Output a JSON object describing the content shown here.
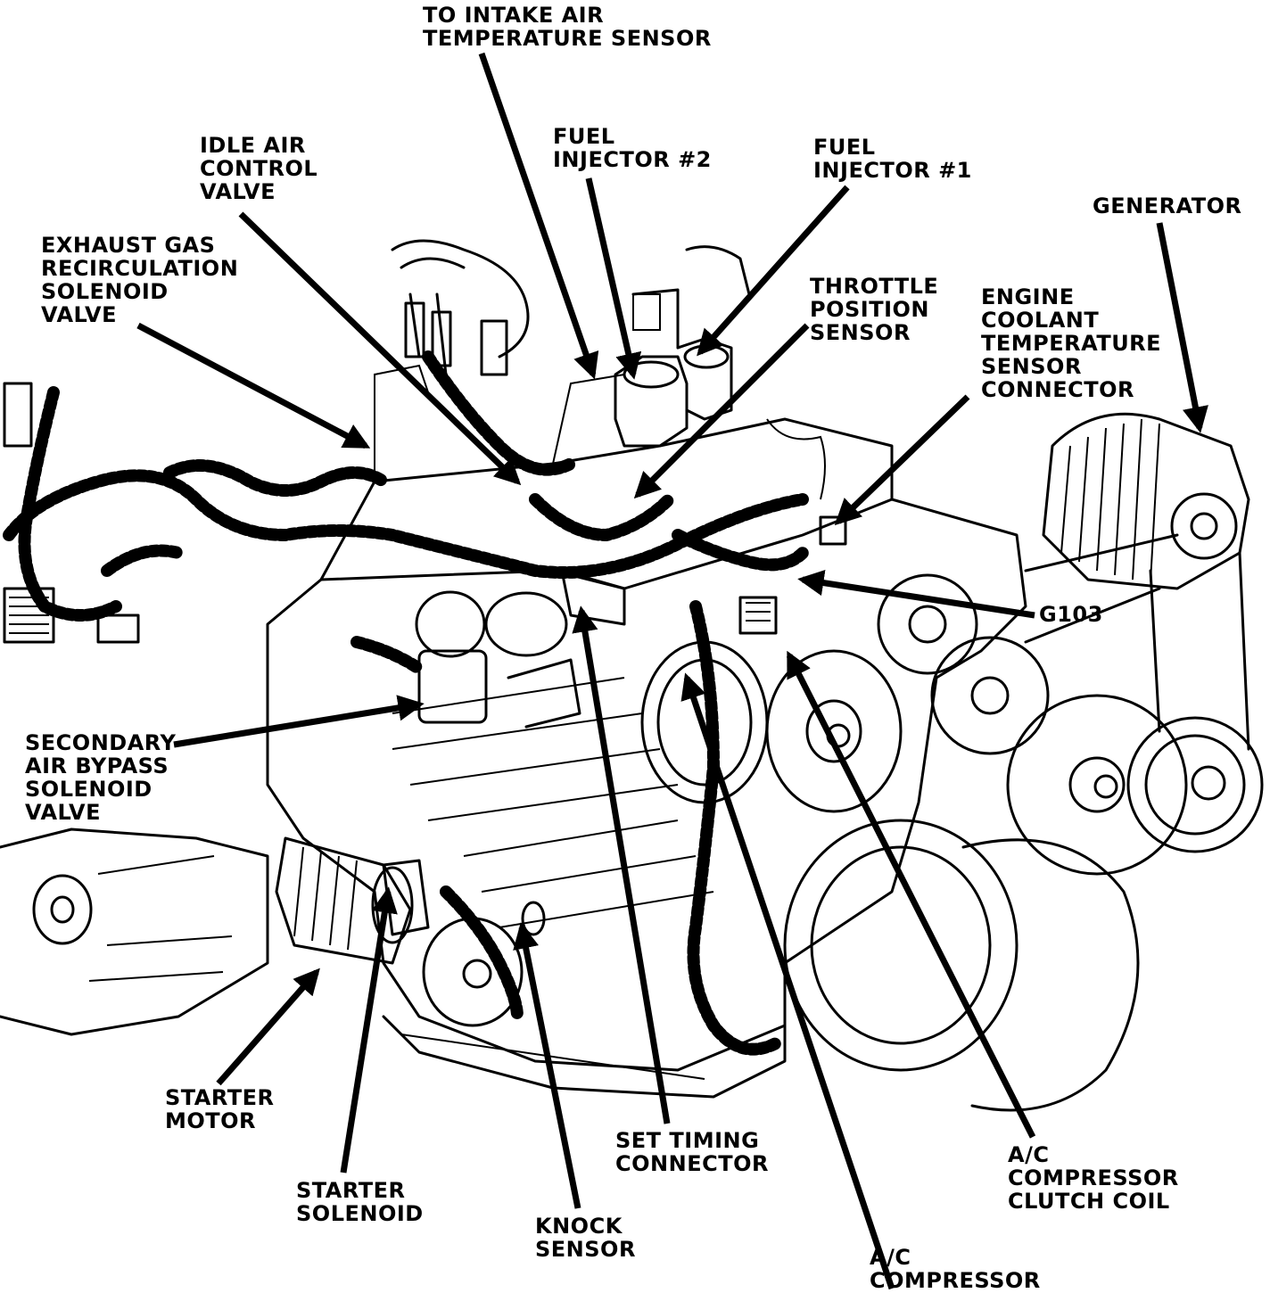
{
  "labels": {
    "intake_air_temp": [
      "TO INTAKE AIR",
      "TEMPERATURE SENSOR"
    ],
    "idle_air": [
      "IDLE AIR",
      "CONTROL",
      "VALVE"
    ],
    "fuel_injector_2": [
      "FUEL",
      "INJECTOR #2"
    ],
    "fuel_injector_1": [
      "FUEL",
      "INJECTOR #1"
    ],
    "generator": [
      "GENERATOR"
    ],
    "egr": [
      "EXHAUST GAS",
      "RECIRCULATION",
      "SOLENOID",
      "VALVE"
    ],
    "throttle_position": [
      "THROTTLE",
      "POSITION",
      "SENSOR"
    ],
    "coolant_temp": [
      "ENGINE",
      "COOLANT",
      "TEMPERATURE",
      "SENSOR",
      "CONNECTOR"
    ],
    "g103": [
      "G103"
    ],
    "secondary_air": [
      "SECONDARY",
      "AIR BYPASS",
      "SOLENOID",
      "VALVE"
    ],
    "starter_motor": [
      "STARTER",
      "MOTOR"
    ],
    "starter_solenoid": [
      "STARTER",
      "SOLENOID"
    ],
    "knock_sensor": [
      "KNOCK",
      "SENSOR"
    ],
    "set_timing": [
      "SET TIMING",
      "CONNECTOR"
    ],
    "ac_compressor": [
      "A/C",
      "COMPRESSOR"
    ],
    "ac_clutch": [
      "A/C",
      "COMPRESSOR",
      "CLUTCH COIL"
    ]
  },
  "colors": {
    "ink": "#000000",
    "paper": "#ffffff"
  }
}
